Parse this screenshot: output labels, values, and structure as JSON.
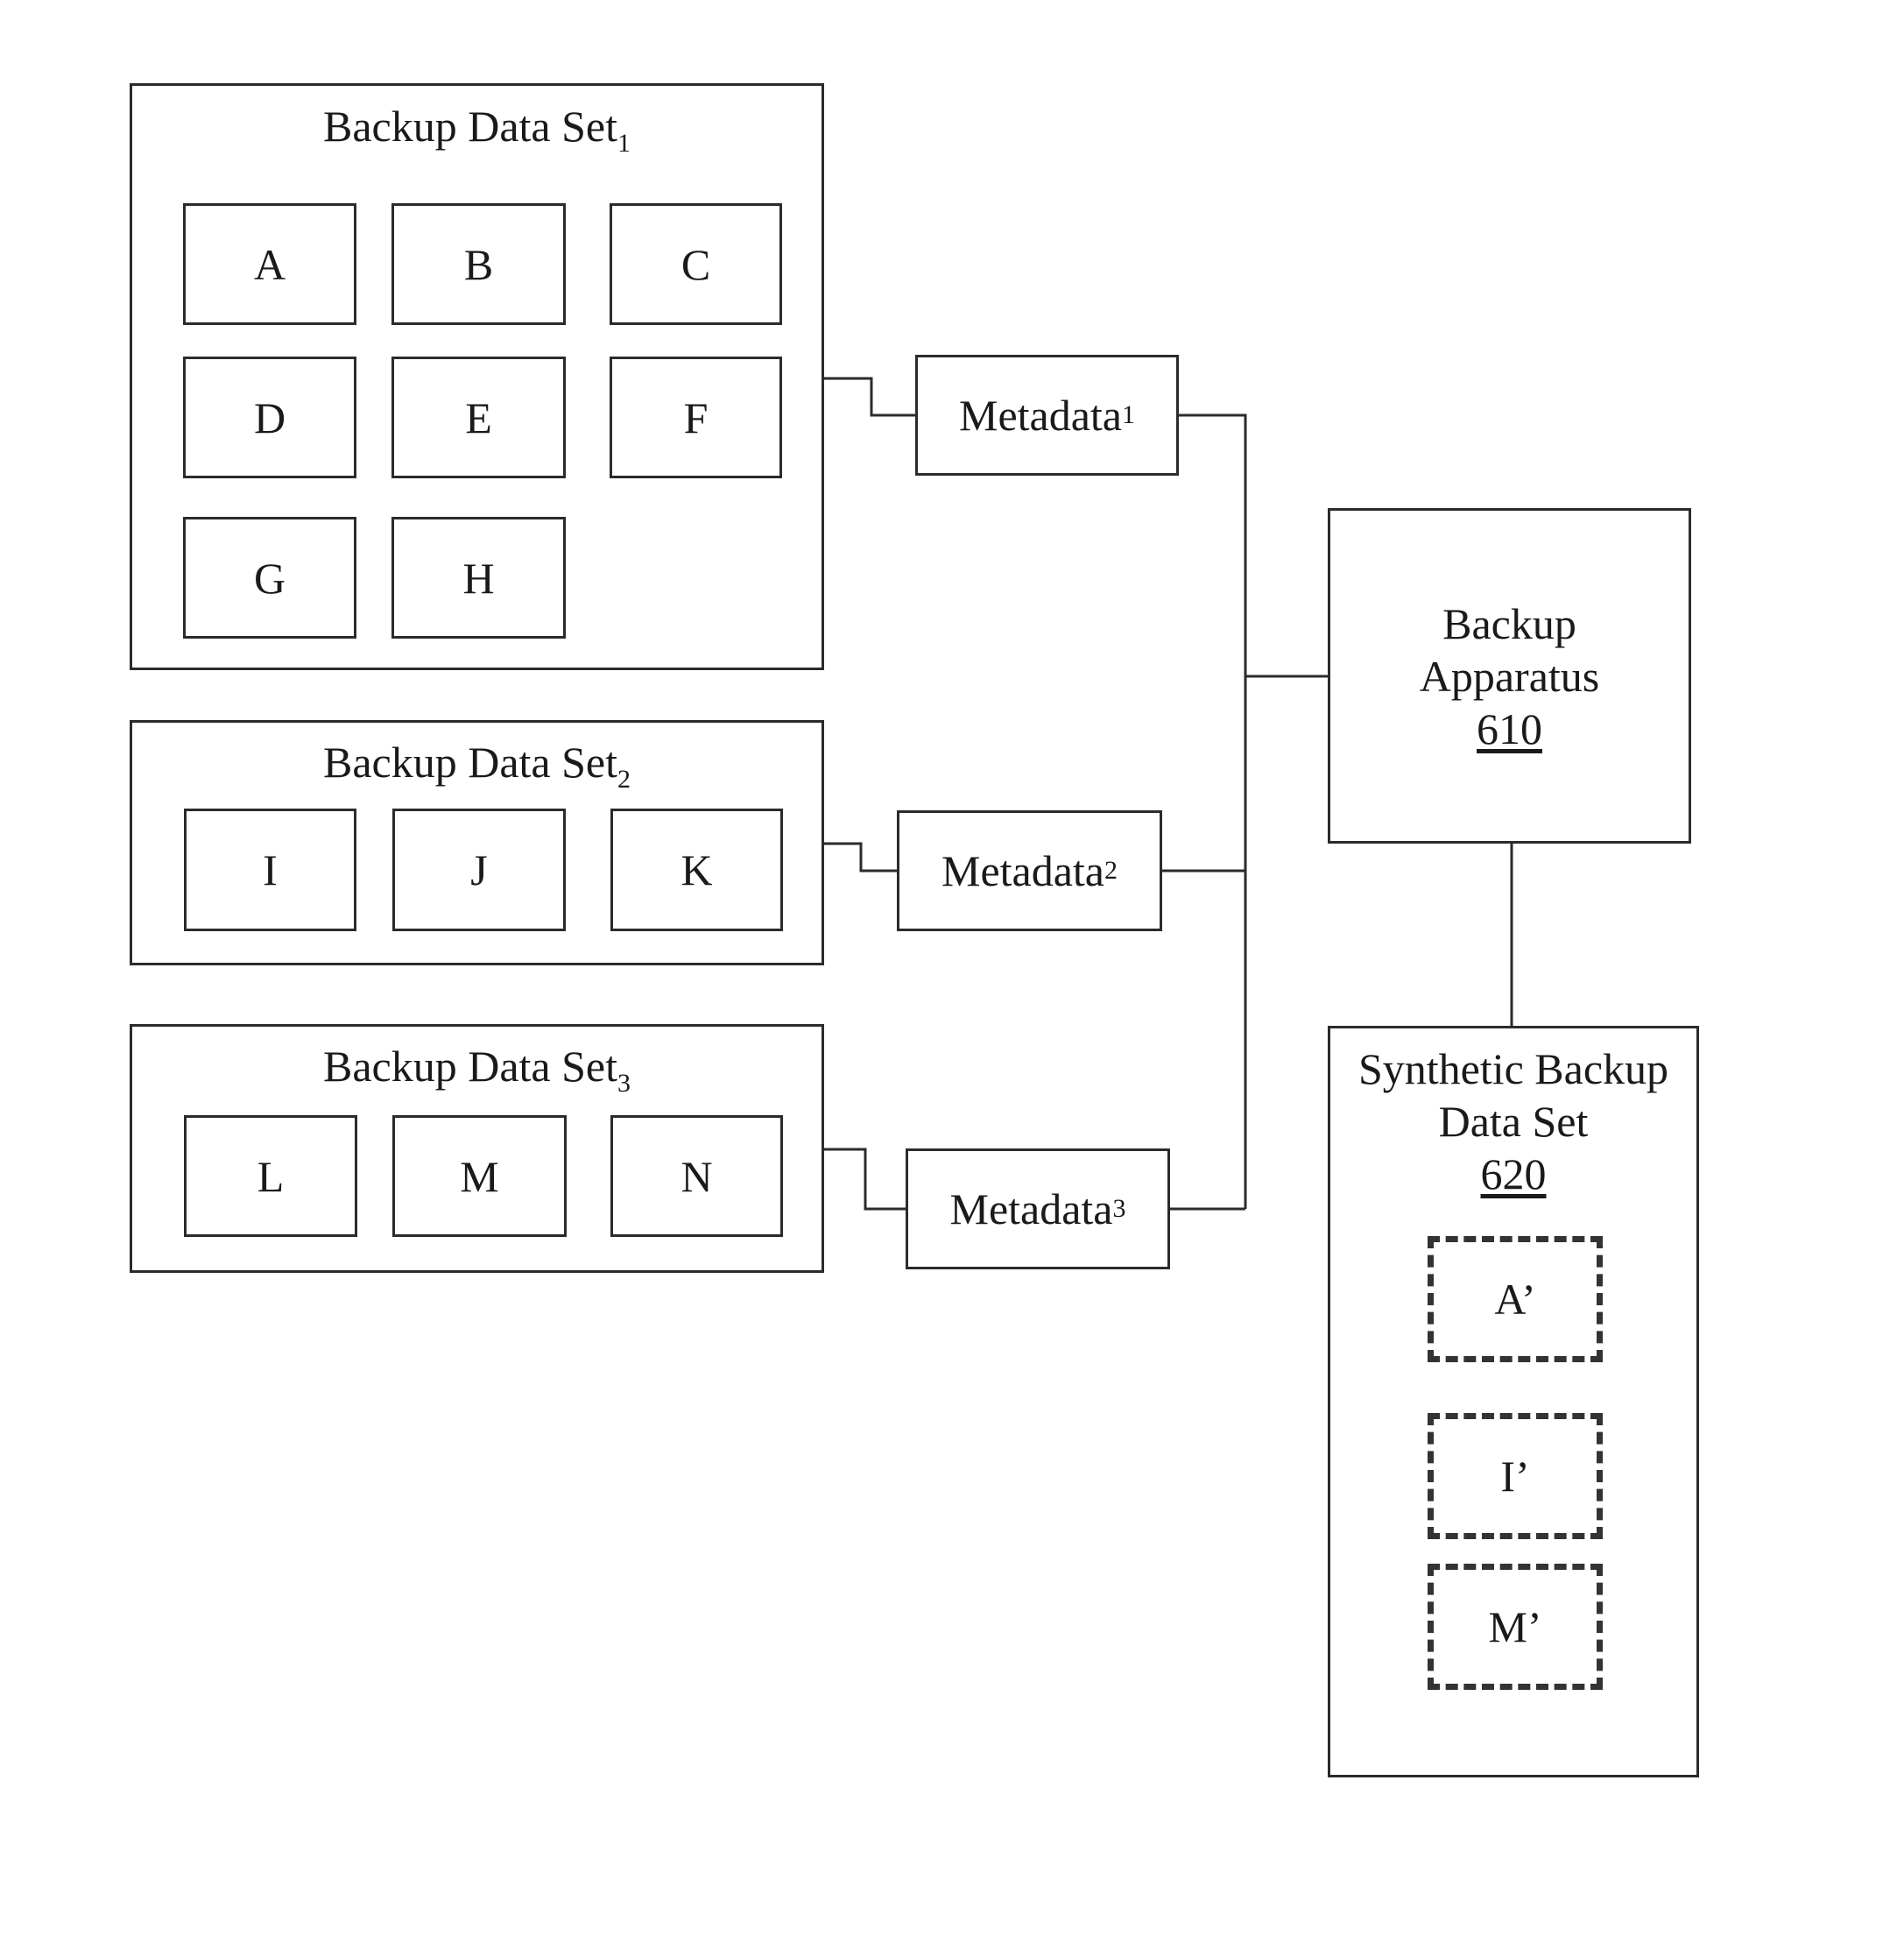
{
  "backup_sets": [
    {
      "title": "Backup Data Set",
      "subscript": "1",
      "items": [
        "A",
        "B",
        "C",
        "D",
        "E",
        "F",
        "G",
        "H"
      ]
    },
    {
      "title": "Backup Data Set",
      "subscript": "2",
      "items": [
        "I",
        "J",
        "K"
      ]
    },
    {
      "title": "Backup Data Set",
      "subscript": "3",
      "items": [
        "L",
        "M",
        "N"
      ]
    }
  ],
  "metadata": [
    {
      "label": "Metadata",
      "subscript": "1"
    },
    {
      "label": "Metadata",
      "subscript": "2"
    },
    {
      "label": "Metadata",
      "subscript": "3"
    }
  ],
  "backup_apparatus": {
    "line1": "Backup",
    "line2": "Apparatus",
    "ref": "610"
  },
  "synthetic_set": {
    "line1": "Synthetic Backup",
    "line2": "Data Set",
    "ref": "620",
    "items": [
      "A’",
      "I’",
      "M’"
    ]
  }
}
